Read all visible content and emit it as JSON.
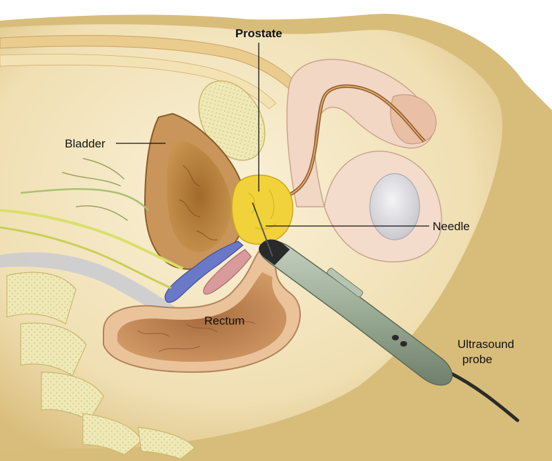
{
  "labels": {
    "prostate": "Prostate",
    "bladder": "Bladder",
    "needle": "Needle",
    "rectum": "Rectum",
    "probe_line1": "Ultrasound",
    "probe_line2": "probe"
  },
  "colors": {
    "background": "#ffffff",
    "body_tissue": "#f3e6c2",
    "body_shadow": "#d8bd7a",
    "muscle": "#c9a56b",
    "bladder": "#b8803a",
    "prostate": "#f2d23a",
    "rectum": "#b87a4a",
    "vessel_blue": "#6a78c8",
    "vessel_pink": "#d89a9a",
    "nerve_yellow": "#d9e06a",
    "probe": "#9fb09a"
  }
}
